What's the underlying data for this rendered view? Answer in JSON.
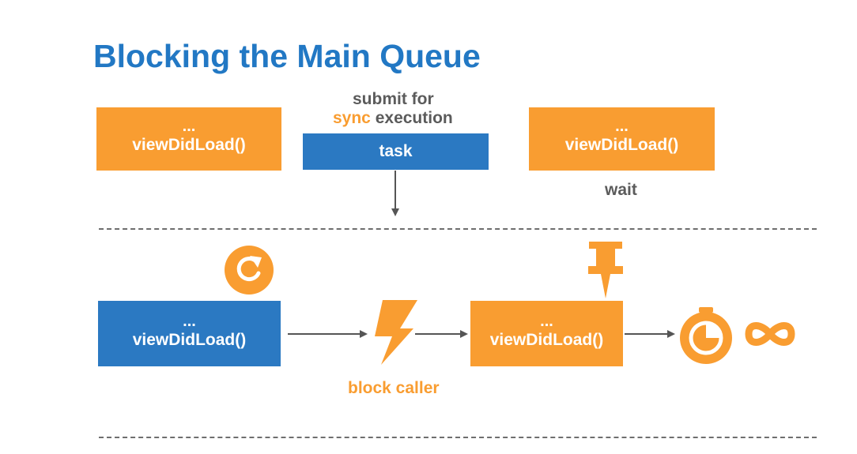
{
  "slide": {
    "title": "Blocking the Main Queue"
  },
  "top_row": {
    "left_box": {
      "dots": "...",
      "label": "viewDidLoad()"
    },
    "submit_line1": "submit for",
    "submit_sync": "sync",
    "submit_exec": " execution",
    "task_box": {
      "label": "task"
    },
    "right_box": {
      "dots": "...",
      "label": "viewDidLoad()"
    },
    "wait_label": "wait"
  },
  "bottom_row": {
    "blue_box": {
      "dots": "...",
      "label": "viewDidLoad()"
    },
    "block_caller_label": "block caller",
    "orange_box": {
      "dots": "...",
      "label": "viewDidLoad()"
    }
  },
  "icons": {
    "refresh": "refresh-icon",
    "lightning": "lightning-icon",
    "pin": "pushpin-icon",
    "stopwatch": "stopwatch-icon",
    "infinity": "infinity-icon"
  },
  "colors": {
    "title_blue": "#2278c4",
    "box_blue": "#2b79c2",
    "box_orange": "#f99d31",
    "text_gray": "#5b5b5b",
    "arrow_gray": "#555555"
  }
}
